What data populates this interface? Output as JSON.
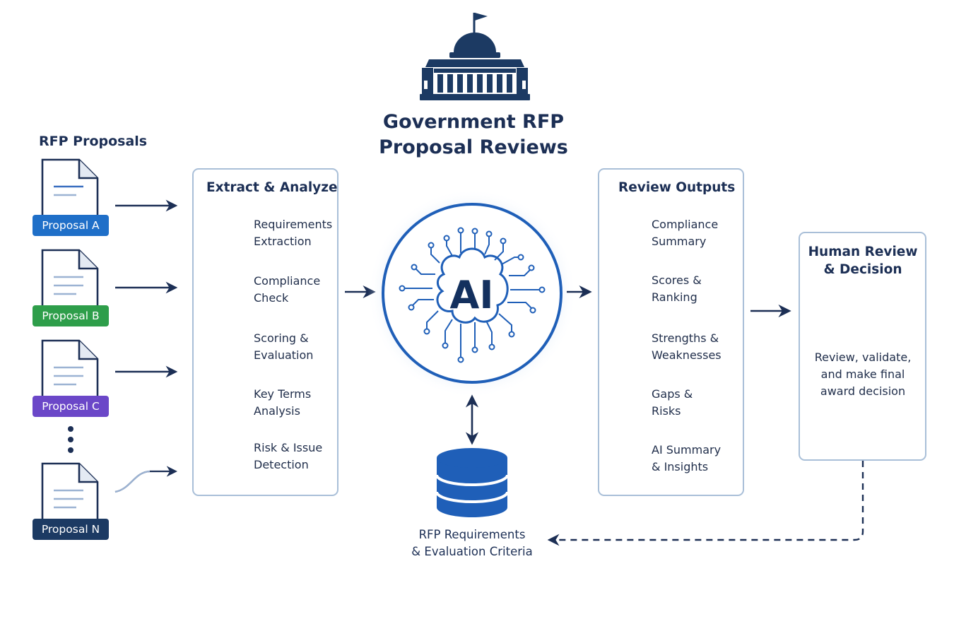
{
  "title": {
    "line1": "Government RFP",
    "line2": "Proposal Reviews"
  },
  "proposals": {
    "heading": "RFP Proposals",
    "items": [
      {
        "label": "Proposal A",
        "color": "#1f6fc8"
      },
      {
        "label": "Proposal B",
        "color": "#2e9e4a"
      },
      {
        "label": "Proposal C",
        "color": "#6b47c8"
      },
      {
        "label": "Proposal N",
        "color": "#1c3a63"
      }
    ]
  },
  "extract": {
    "title": "Extract & Analyze",
    "items": [
      {
        "line1": "Requirements",
        "line2": "Extraction",
        "icon": "document-search-icon"
      },
      {
        "line1": "Compliance",
        "line2": "Check",
        "icon": "checklist-icon"
      },
      {
        "line1": "Scoring &",
        "line2": "Evaluation",
        "icon": "pie-chart-icon"
      },
      {
        "line1": "Key Terms",
        "line2": "Analysis",
        "icon": "magnifier-icon"
      },
      {
        "line1": "Risk & Issue",
        "line2": "Detection",
        "icon": "warning-icon"
      }
    ]
  },
  "ai": {
    "label": "AI"
  },
  "database": {
    "line1": "RFP Requirements",
    "line2": "& Evaluation Criteria"
  },
  "outputs": {
    "title": "Review Outputs",
    "items": [
      {
        "line1": "Compliance",
        "line2": "Summary",
        "icon": "check-circle-icon"
      },
      {
        "line1": "Scores &",
        "line2": "Ranking",
        "icon": "bar-chart-icon"
      },
      {
        "line1": "Strengths &",
        "line2": "Weaknesses",
        "icon": "report-icon"
      },
      {
        "line1": "Gaps &",
        "line2": "Risks",
        "icon": "warning-icon"
      },
      {
        "line1": "AI Summary",
        "line2": "& Insights",
        "icon": "chat-bubble-icon"
      }
    ]
  },
  "human": {
    "title_line1": "Human Review",
    "title_line2": "& Decision",
    "desc_line1": "Review, validate,",
    "desc_line2": "and make final",
    "desc_line3": "award decision"
  },
  "colors": {
    "navy": "#1c2f55",
    "blue": "#1f5fb8",
    "green": "#2e9e4a",
    "red": "#d93030",
    "border": "#a9bfd8"
  }
}
